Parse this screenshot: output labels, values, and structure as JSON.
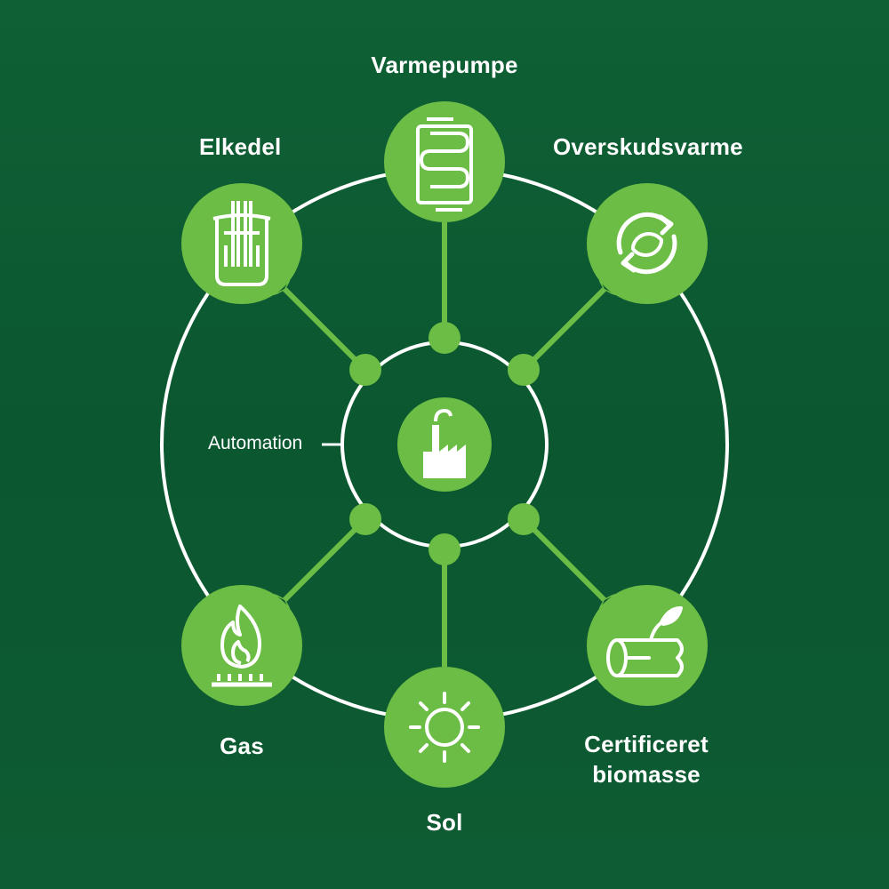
{
  "diagram": {
    "center": {
      "label": "Automation",
      "icon": "factory-icon"
    },
    "nodes": [
      {
        "id": "varmepumpe",
        "label": "Varmepumpe",
        "icon": "heat-pump-coil-icon"
      },
      {
        "id": "overskudsvarme",
        "label": "Overskudsvarme",
        "icon": "recycle-arrows-icon"
      },
      {
        "id": "certificeret-biomasse",
        "label_lines": [
          "Certificeret",
          "biomasse"
        ],
        "icon": "log-with-sprout-icon"
      },
      {
        "id": "sol",
        "label": "Sol",
        "icon": "sun-icon"
      },
      {
        "id": "gas",
        "label": "Gas",
        "icon": "gas-flame-icon"
      },
      {
        "id": "elkedel",
        "label": "Elkedel",
        "icon": "electric-boiler-icon"
      }
    ]
  },
  "colors": {
    "background": "#0d5a30",
    "node_fill": "#6cbd45",
    "ring": "#ffffff",
    "icon": "#ffffff",
    "text": "#ffffff"
  }
}
